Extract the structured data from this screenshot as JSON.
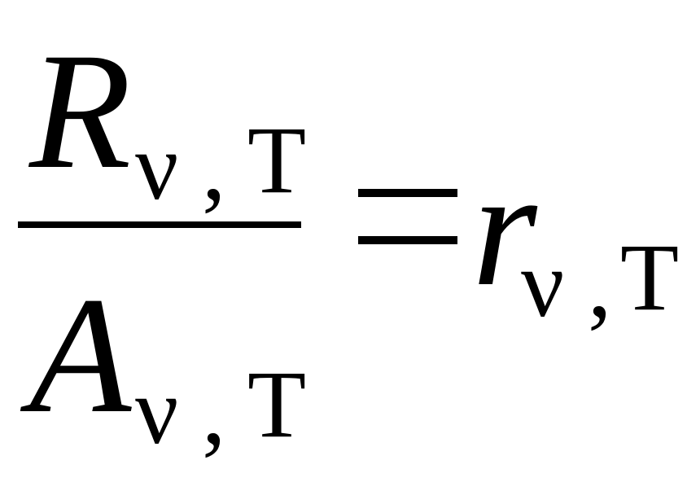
{
  "formula": {
    "numerator": {
      "symbol": "R",
      "sub_1": "ν",
      "sub_sep": ",",
      "sub_2": "T"
    },
    "denominator": {
      "symbol": "A",
      "sub_1": "ν",
      "sub_sep": ",",
      "sub_2": "T"
    },
    "relation": "=",
    "rhs": {
      "symbol": "r",
      "sub_1": "ν",
      "sub_sep": ",",
      "sub_2": "T"
    }
  },
  "colors": {
    "ink": "#000000",
    "background": "#ffffff"
  }
}
